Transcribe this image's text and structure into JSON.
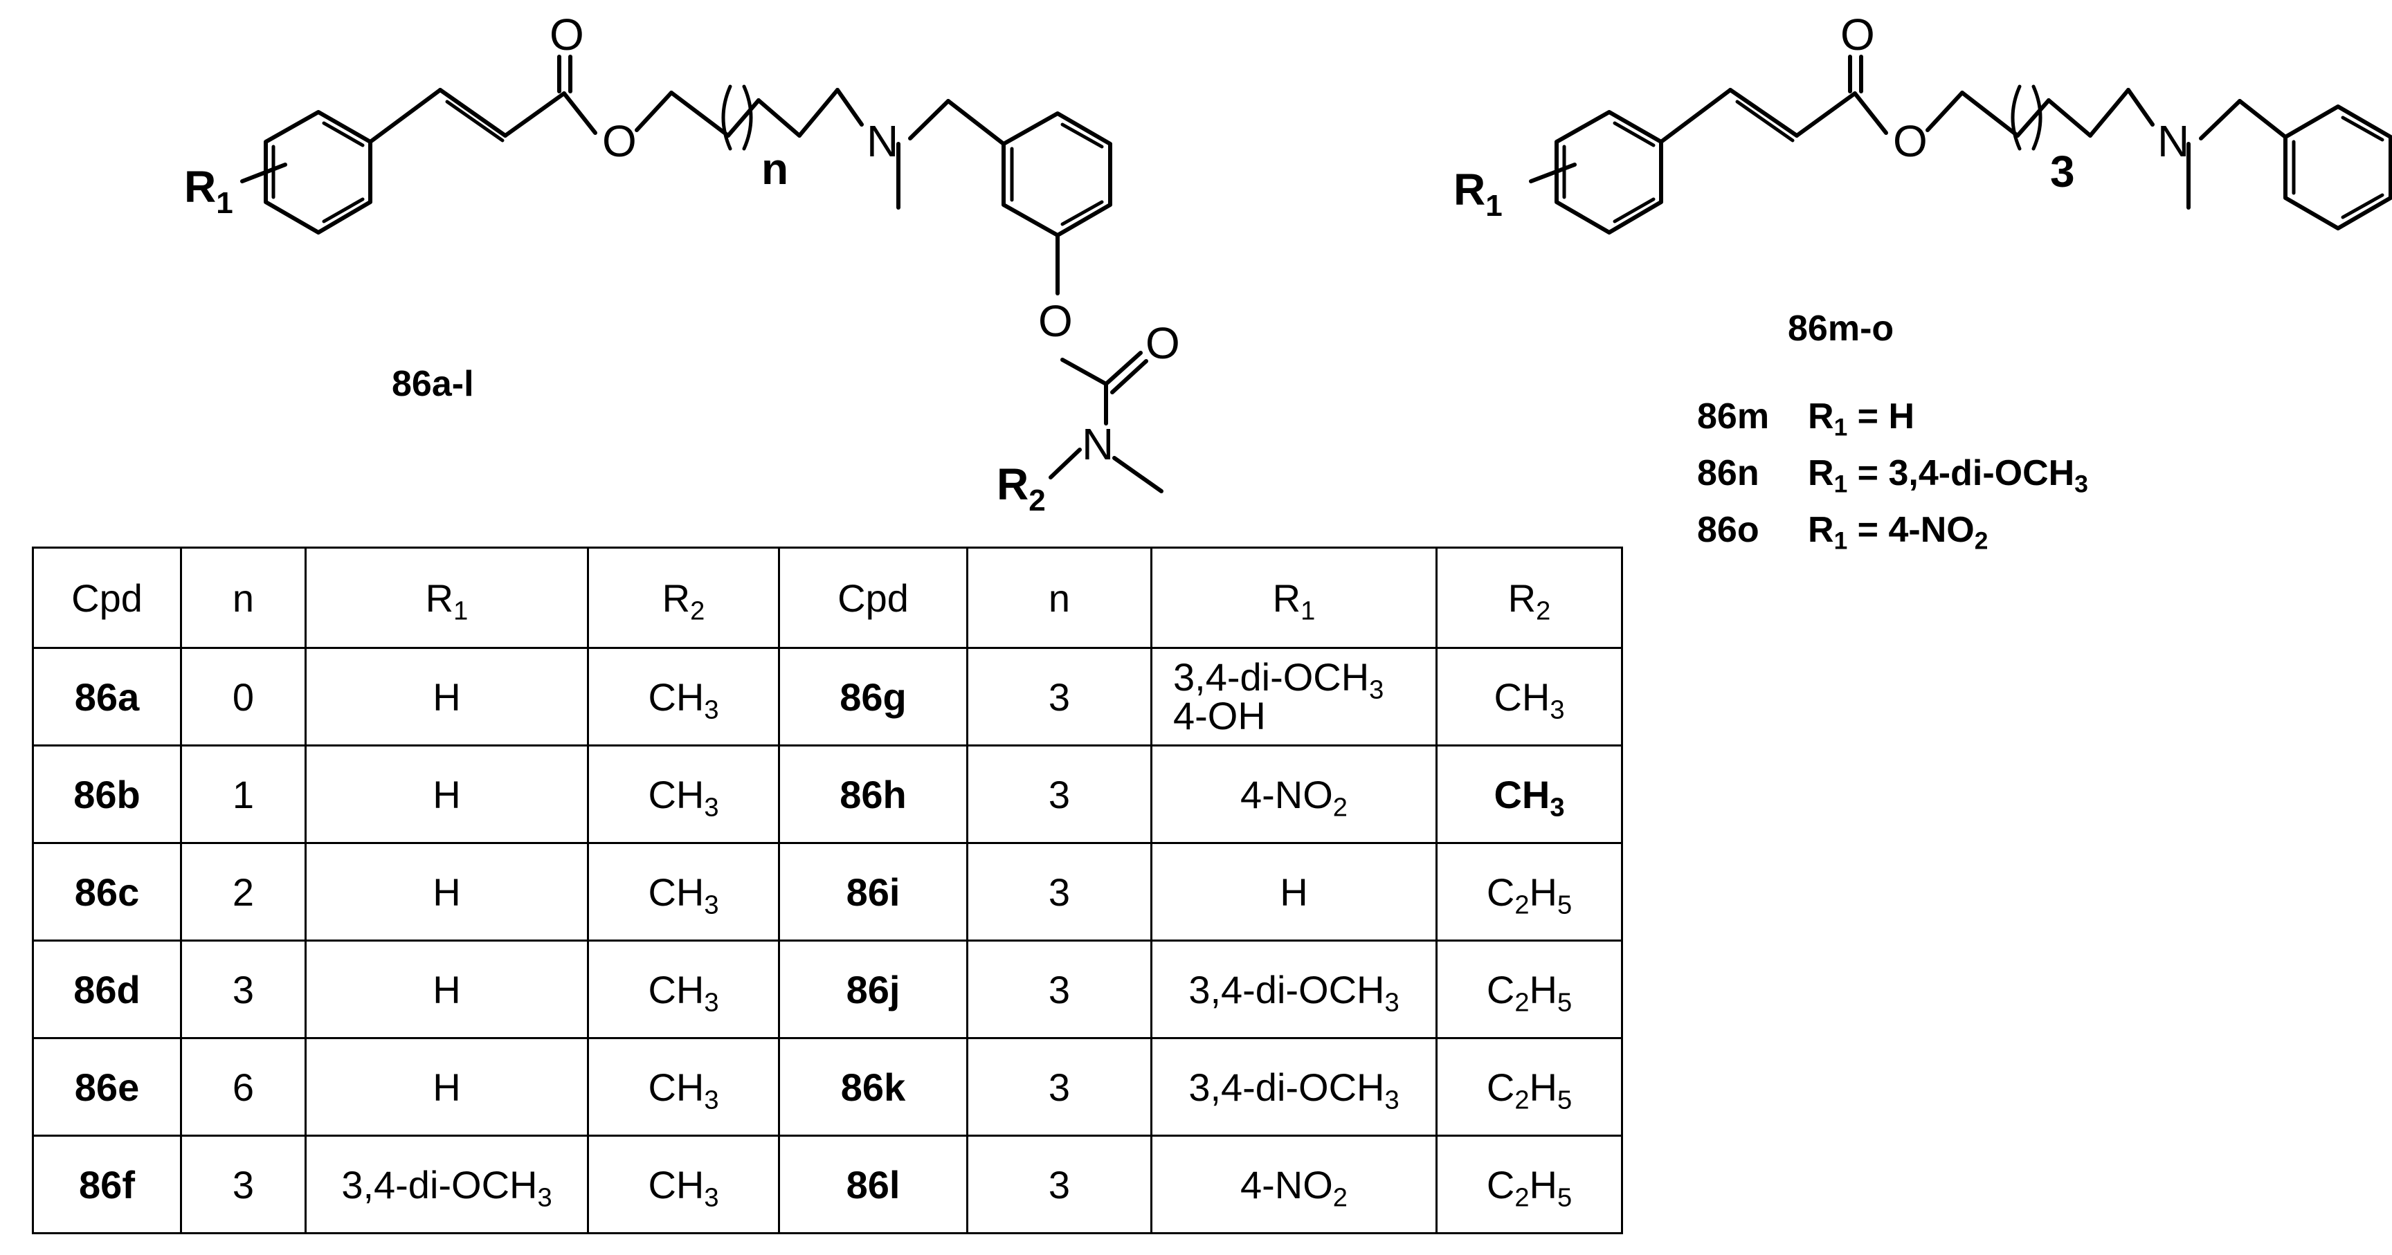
{
  "structure_left": {
    "label": "86a-l",
    "atoms": {
      "o_carbonyl": "O",
      "o_ester": "O",
      "n_amine": "N",
      "o_carbamate": "O",
      "o_carbamate_carbonyl": "O",
      "n_carbamate": "N"
    },
    "r1_main": "R",
    "r1_sub": "1",
    "r2_main": "R",
    "r2_sub": "2",
    "repeat_label": "n"
  },
  "structure_right": {
    "label": "86m-o",
    "atoms": {
      "o_carbonyl": "O",
      "o_ester": "O",
      "n_amine": "N"
    },
    "r1_main": "R",
    "r1_sub": "1",
    "repeat_label": "3"
  },
  "legend": [
    {
      "id": "86m",
      "r_main": "R",
      "r_sub": "1",
      "eq": " = ",
      "value_parts": [
        "H"
      ]
    },
    {
      "id": "86n",
      "r_main": "R",
      "r_sub": "1",
      "eq": " = ",
      "value_parts": [
        "3,4-di-OCH",
        "3"
      ]
    },
    {
      "id": "86o",
      "r_main": "R",
      "r_sub": "1",
      "eq": " = ",
      "value_parts": [
        "4-NO",
        "2"
      ]
    }
  ],
  "table": {
    "headers": {
      "cpd": "Cpd",
      "n": "n",
      "r1_main": "R",
      "r1_sub": "1",
      "r2_main": "R",
      "r2_sub": "2"
    },
    "rows": [
      {
        "left": {
          "cpd": "86a",
          "n": "0",
          "r1": [
            "H"
          ],
          "r2": [
            "CH",
            "3"
          ]
        },
        "right": {
          "cpd": "86g",
          "n": "3",
          "r1": [
            "3,4-di-OCH",
            "3"
          ],
          "r1_line2": "4-OH",
          "r2": [
            "CH",
            "3"
          ]
        }
      },
      {
        "left": {
          "cpd": "86b",
          "n": "1",
          "r1": [
            "H"
          ],
          "r2": [
            "CH",
            "3"
          ]
        },
        "right": {
          "cpd": "86h",
          "n": "3",
          "r1": [
            "4-NO",
            "2"
          ],
          "r2": [
            "CH",
            "3"
          ],
          "r2_bold": true
        }
      },
      {
        "left": {
          "cpd": "86c",
          "n": "2",
          "r1": [
            "H"
          ],
          "r2": [
            "CH",
            "3"
          ]
        },
        "right": {
          "cpd": "86i",
          "n": "3",
          "r1": [
            "H"
          ],
          "r2": [
            "C",
            "2",
            "H",
            "5"
          ]
        }
      },
      {
        "left": {
          "cpd": "86d",
          "n": "3",
          "r1": [
            "H"
          ],
          "r2": [
            "CH",
            "3"
          ]
        },
        "right": {
          "cpd": "86j",
          "n": "3",
          "r1": [
            "3,4-di-OCH",
            "3"
          ],
          "r2": [
            "C",
            "2",
            "H",
            "5"
          ]
        }
      },
      {
        "left": {
          "cpd": "86e",
          "n": "6",
          "r1": [
            "H"
          ],
          "r2": [
            "CH",
            "3"
          ]
        },
        "right": {
          "cpd": "86k",
          "n": "3",
          "r1": [
            "3,4-di-OCH",
            "3"
          ],
          "r2": [
            "C",
            "2",
            "H",
            "5"
          ]
        }
      },
      {
        "left": {
          "cpd": "86f",
          "n": "3",
          "r1": [
            "3,4-di-OCH",
            "3"
          ],
          "r2": [
            "CH",
            "3"
          ]
        },
        "right": {
          "cpd": "86l",
          "n": "3",
          "r1": [
            "4-NO",
            "2"
          ],
          "r2": [
            "C",
            "2",
            "H",
            "5"
          ]
        }
      }
    ]
  }
}
